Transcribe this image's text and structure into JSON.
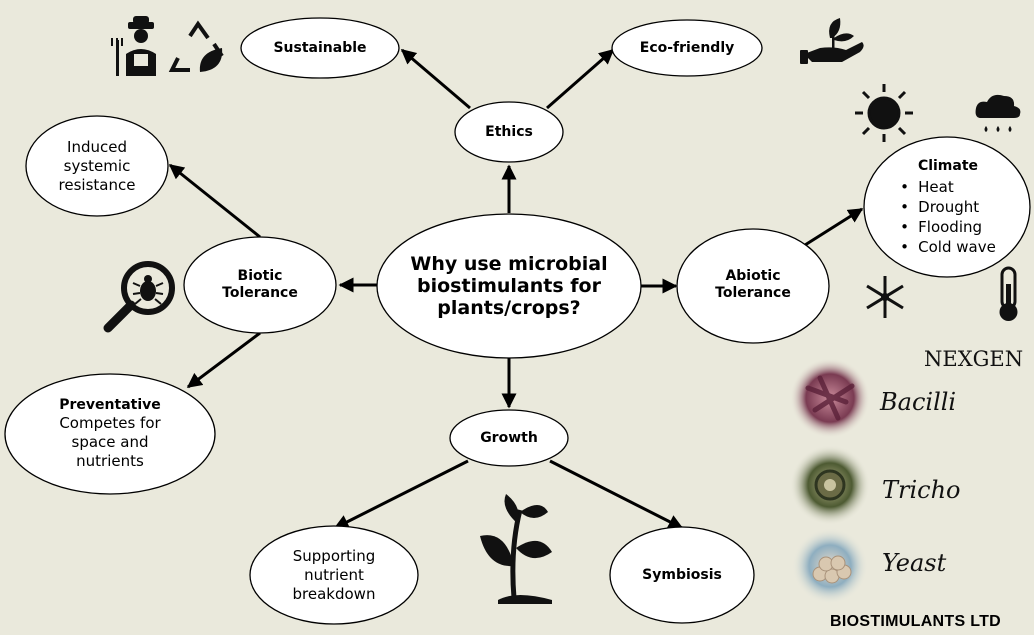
{
  "center": {
    "text": "Why use microbial biostimulants for plants/crops?"
  },
  "ethics": {
    "label": "Ethics",
    "sustainable": "Sustainable",
    "eco_friendly": "Eco-friendly"
  },
  "biotic": {
    "label": "Biotic Tolerance",
    "induced": "Induced systemic resistance",
    "preventative_title": "Preventative",
    "preventative_body": "Competes for space and nutrients"
  },
  "abiotic": {
    "label": "Abiotic Tolerance",
    "climate_title": "Climate",
    "climate_items": [
      "Heat",
      "Drought",
      "Flooding",
      "Cold wave"
    ]
  },
  "growth": {
    "label": "Growth",
    "supporting": "Supporting nutrient breakdown",
    "symbiosis": "Symbiosis"
  },
  "brand": {
    "name": "NEXGEN",
    "products": [
      "Bacilli",
      "Tricho",
      "Yeast"
    ],
    "company": "BIOSTIMULANTS LTD"
  },
  "icons": [
    "farmer-icon",
    "recycle-leaf-icon",
    "hand-plant-icon",
    "sun-icon",
    "rain-cloud-icon",
    "snowflake-icon",
    "thermometer-icon",
    "magnifier-bug-icon",
    "sprout-icon"
  ]
}
